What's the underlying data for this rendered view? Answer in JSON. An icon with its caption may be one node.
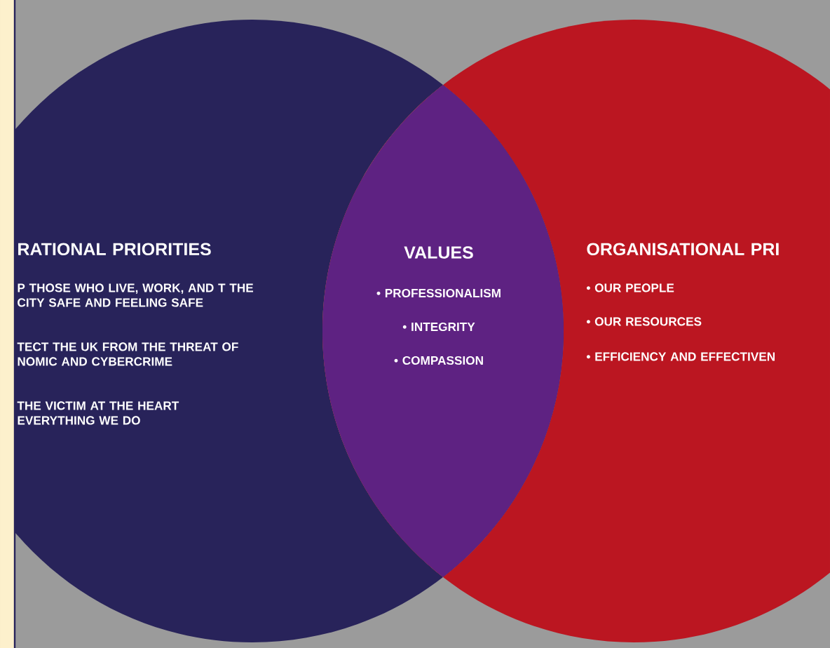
{
  "diagram": {
    "nodes": [
      {
        "text": [
          "RATIONAL PRIORITIES",
          "P THOSE WHO LIVE, WORK, AND T THE CITY SAFE AND FEELING SAFE",
          "TECT THE UK FROM THE THREAT OF NOMIC AND CYBERCRIME",
          "THE VICTIM AT THE HEART EVERYTHING WE DO"
        ]
      },
      {
        "text": [
          "VALUES",
          "• PROFESSIONALISM",
          "• INTEGRITY",
          "• COMPASSION"
        ]
      },
      {
        "text": [
          "ORGANISATIONAL PRI",
          "• OUR PEOPLE",
          "• OUR RESOURCES",
          "• EFFICIENCY AND EFFECTIVEN"
        ]
      }
    ]
  }
}
